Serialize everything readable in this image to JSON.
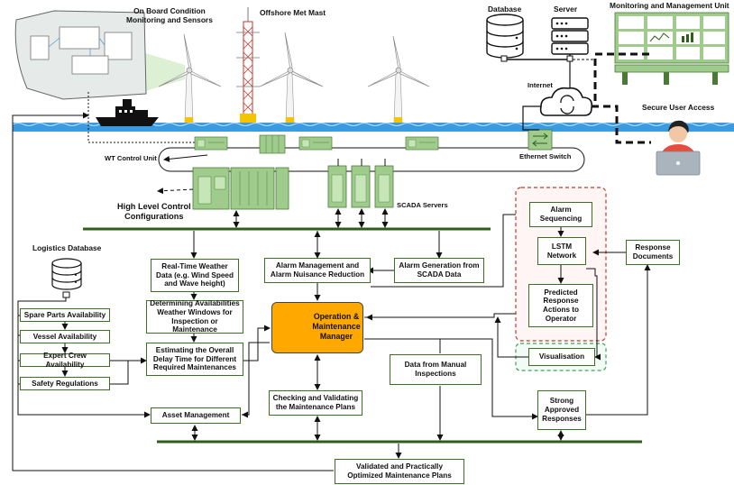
{
  "labels": {
    "onboard": "On Board Condition\nMonitoring and Sensors",
    "met_mast": "Offshore Met Mast",
    "database": "Database",
    "server": "Server",
    "monitoring_unit": "Monitoring and Management Unit",
    "internet": "Internet",
    "secure_access": "Secure User Access",
    "wt_control": "WT Control Unit",
    "ethernet_switch": "Ethernet Switch",
    "high_level": "High Level Control\nConfigurations",
    "scada_servers": "SCADA Servers",
    "logistics_db": "Logistics Database"
  },
  "boxes": {
    "weather": "Real-Time Weather\nData (e.g. Wind Speed\nand Wave height)",
    "alarm_mgmt": "Alarm Management and\nAlarm Nuisance Reduction",
    "alarm_gen": "Alarm Generation from\nSCADA Data",
    "windows": "Determining Availabilities\nWeather Windows for\nInspection or Maintenance",
    "delay": "Estimating the Overall\nDelay Time for Different\nRequired Maintenances",
    "spare": "Spare Parts Availability",
    "vessel": "Vessel Availability",
    "crew": "Expert Crew Availability",
    "safety": "Safety Regulations",
    "asset": "Asset Management",
    "checking": "Checking and Validating\nthe Maintenance Plans",
    "manual": "Data from Manual\nInspections",
    "validated": "Validated and Practically\nOptimized Maintenance Plans",
    "alarm_seq": "Alarm\nSequencing",
    "lstm": "LSTM\nNetwork",
    "response_docs": "Response\nDocuments",
    "predicted": "Predicted\nResponse\nActions to\nOperator",
    "visualisation": "Visualisation",
    "strong": "Strong\nApproved\nResponses"
  },
  "manager": "Operation &\nMaintenance\nManager",
  "colors": {
    "accent": "#ffa800",
    "box_border": "#3a6f24",
    "bus": "#2e5d1c",
    "sea": "#3a9be0",
    "hardware": "#9fcc8c",
    "alarm_frame": "#c0392b",
    "visual_frame": "#3aa35a",
    "user_shirt": "#e74c3c"
  },
  "icons": [
    "wind-turbine-icon",
    "nacelle-icon",
    "met-mast-icon",
    "vessel-icon",
    "database-icon",
    "server-icon",
    "monitoring-screens-icon",
    "cloud-internet-icon",
    "user-laptop-icon",
    "control-unit-icon",
    "ethernet-switch-icon",
    "scada-server-icon",
    "manager-person-icon"
  ]
}
